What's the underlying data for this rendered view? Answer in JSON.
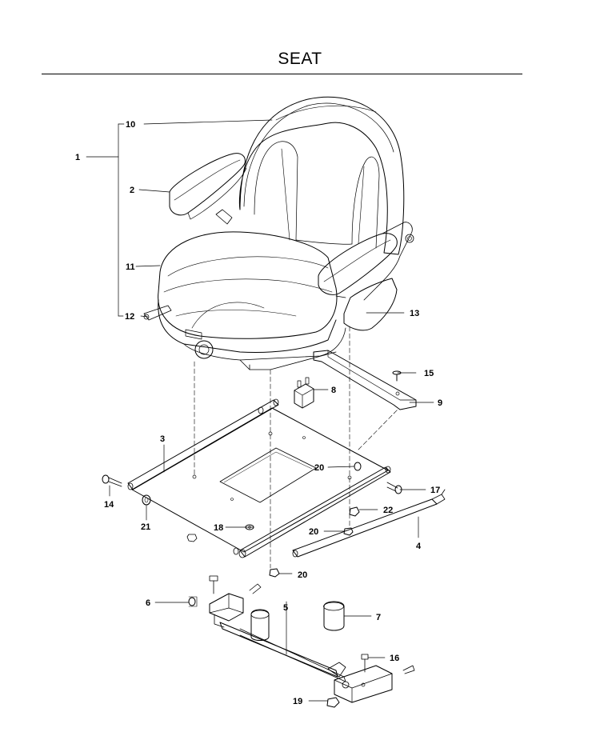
{
  "page": {
    "title": "SEAT"
  },
  "callouts": {
    "c1": "1",
    "c2": "2",
    "c3": "3",
    "c4": "4",
    "c5": "5",
    "c6": "6",
    "c7": "7",
    "c8": "8",
    "c9": "9",
    "c10": "10",
    "c11": "11",
    "c12": "12",
    "c13": "13",
    "c14": "14",
    "c15": "15",
    "c16": "16",
    "c17": "17",
    "c18": "18",
    "c19": "19",
    "c20a": "20",
    "c20b": "20",
    "c20c": "20",
    "c21": "21",
    "c22": "22"
  }
}
